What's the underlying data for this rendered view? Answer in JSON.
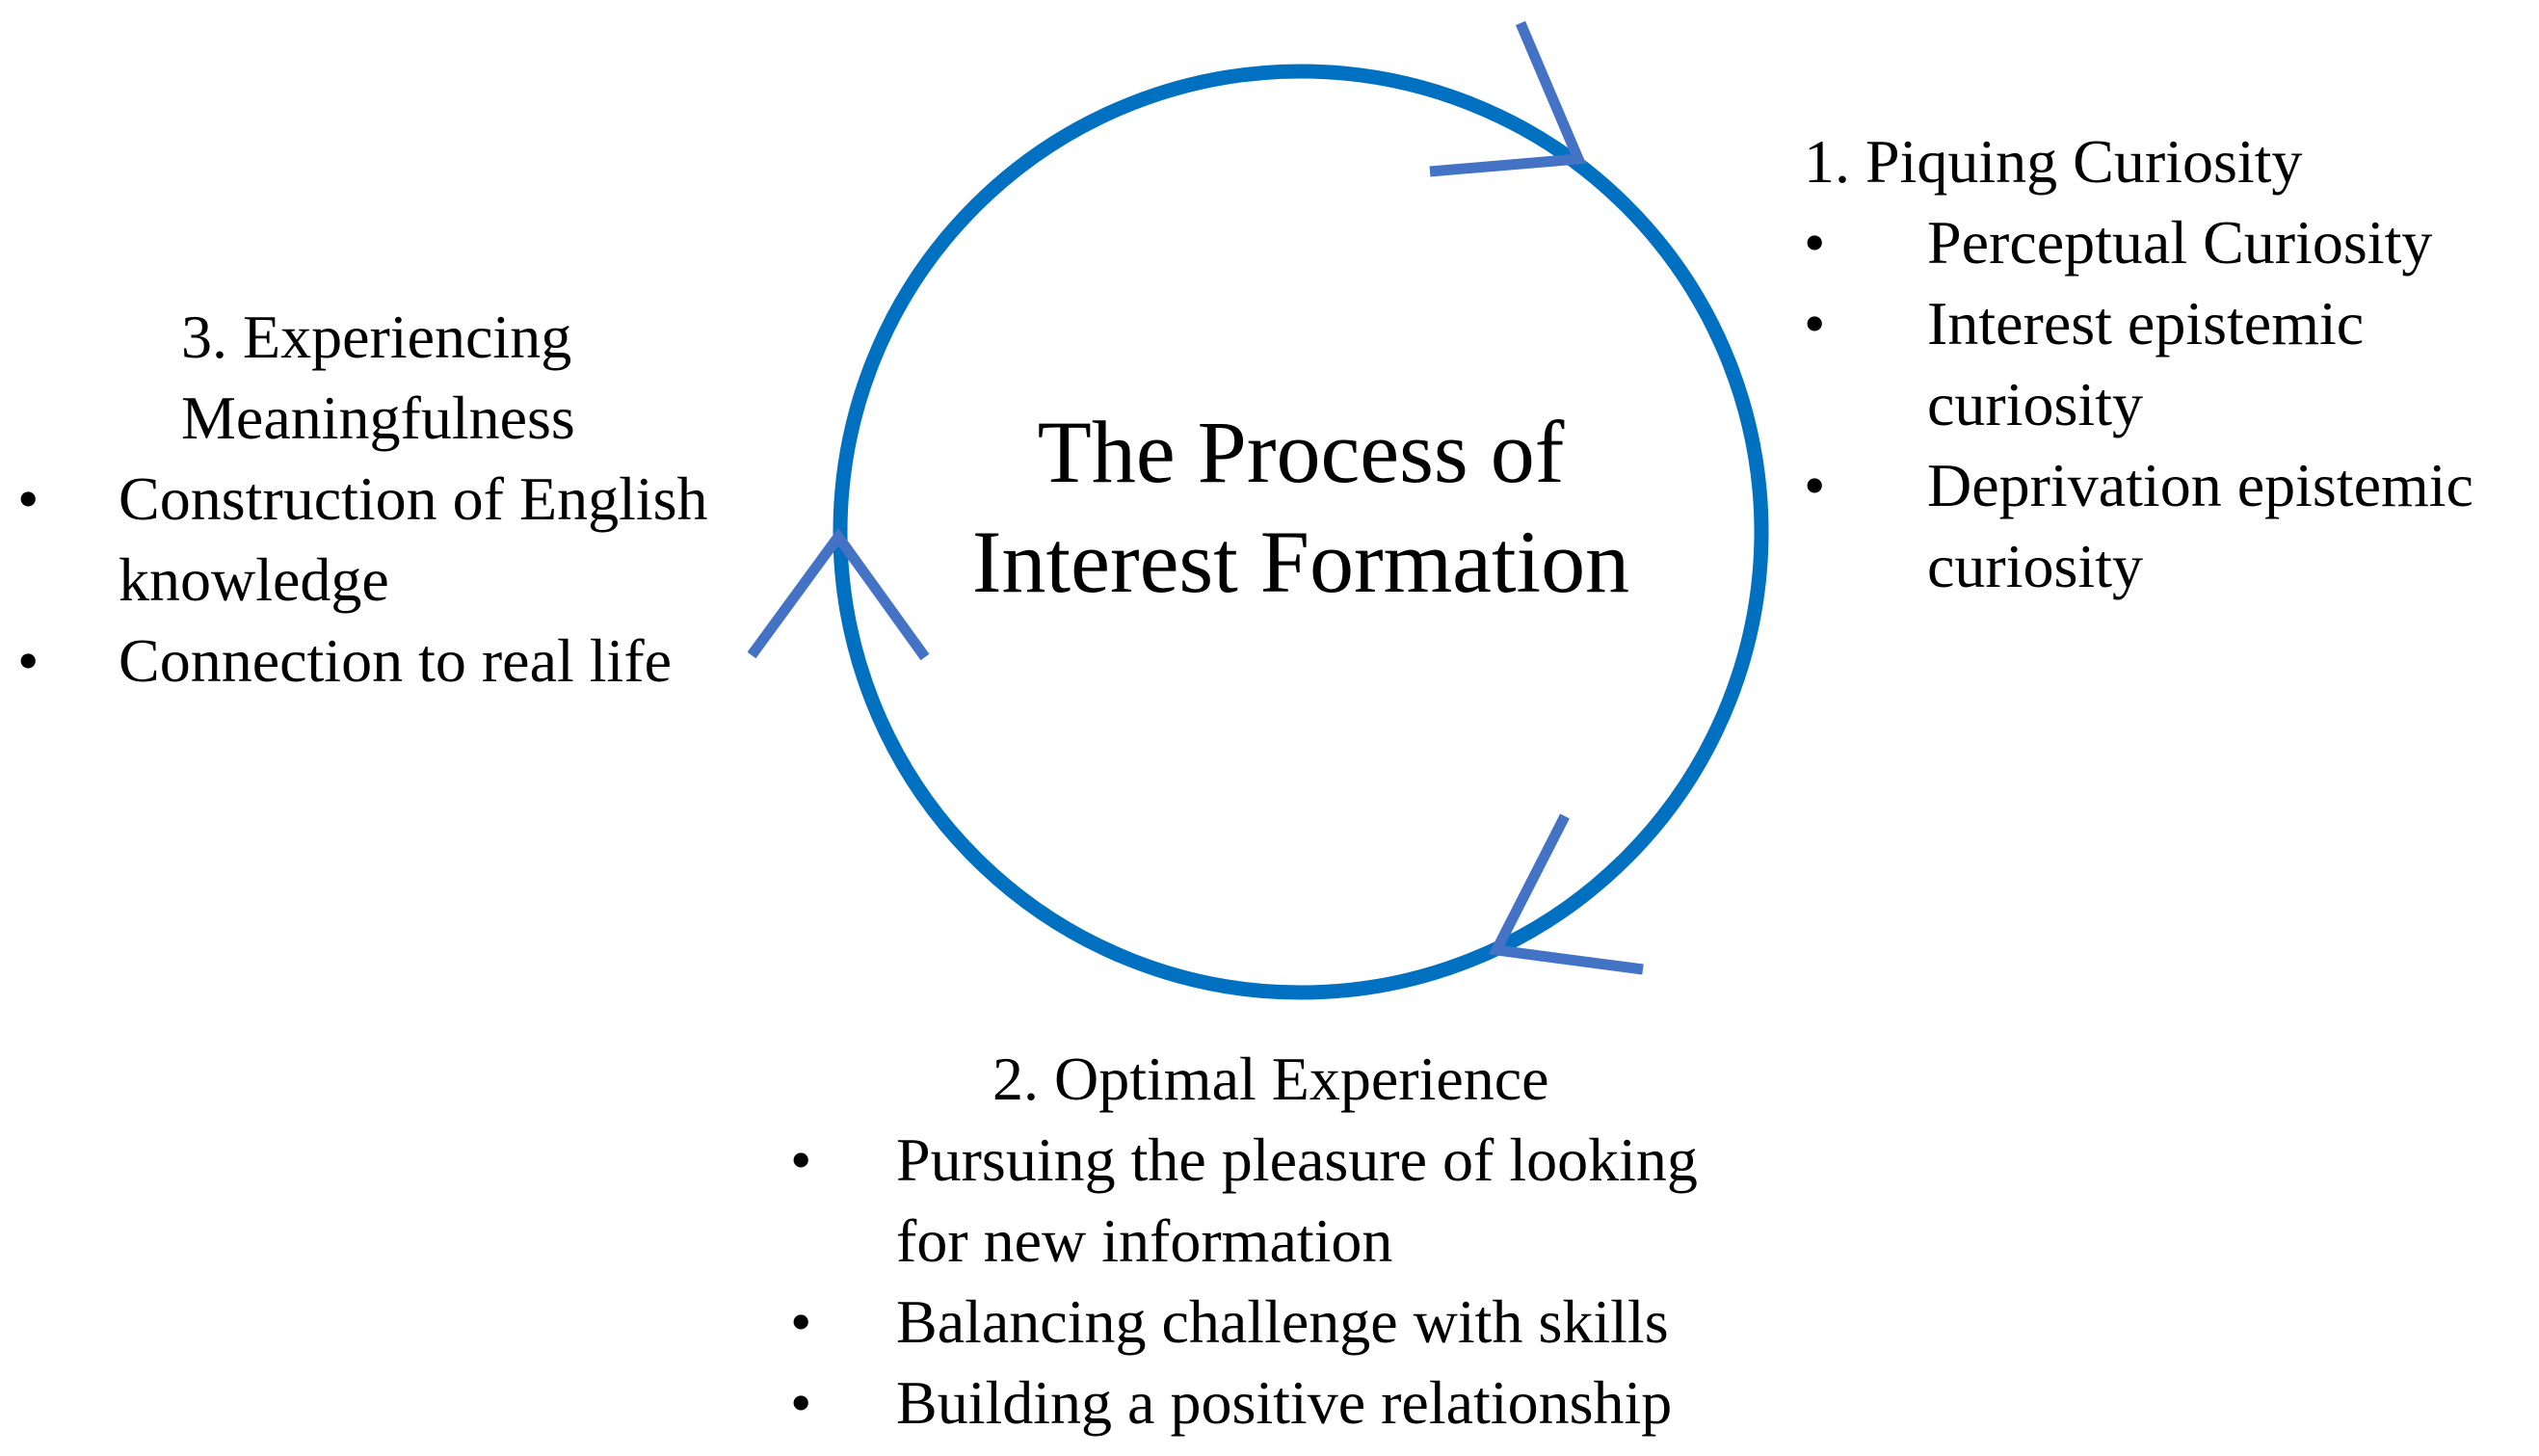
{
  "diagram": {
    "title_lines": [
      "The Process of",
      "Interest Formation"
    ],
    "colors": {
      "circle": "#0070C0",
      "arrow": "#4472C4",
      "text": "#000000"
    },
    "bullet_symbol": "•",
    "stages": [
      {
        "heading": "1. Piquing Curiosity",
        "items": [
          [
            "Perceptual Curiosity"
          ],
          [
            "Interest epistemic",
            "curiosity"
          ],
          [
            "Deprivation epistemic",
            "curiosity"
          ]
        ]
      },
      {
        "heading": "2. Optimal Experience",
        "items": [
          [
            "Pursuing the pleasure of looking",
            "for new information"
          ],
          [
            "Balancing challenge with skills"
          ],
          [
            "Building a positive relationship"
          ]
        ]
      },
      {
        "heading_lines": [
          "3. Experiencing",
          "Meaningfulness"
        ],
        "items": [
          [
            "Construction of English",
            "knowledge"
          ],
          [
            "Connection to real life"
          ]
        ]
      }
    ]
  }
}
